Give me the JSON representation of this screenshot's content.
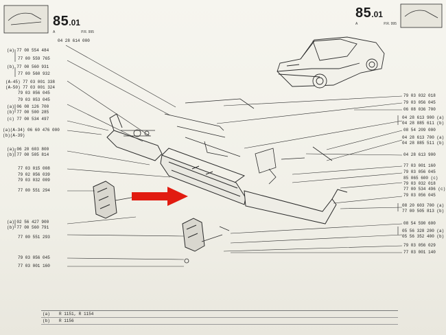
{
  "header": {
    "page_number_left": {
      "big": "85",
      "small": ".01",
      "sub_left": "A",
      "sub_right": "P.R. 995"
    },
    "page_number_right": {
      "big": "85",
      "small": ".01",
      "sub_left": "A",
      "sub_right": "P.R. 995"
    }
  },
  "left_labels": [
    {
      "text": "04 28 614 000",
      "tag": ""
    },
    {
      "text": "(a) 77 00 554 484",
      "tag": ""
    },
    {
      "text": "77 00 559 765",
      "tag": ""
    },
    {
      "text": "(b) 77 00 560 931",
      "tag": ""
    },
    {
      "text": "77 00 560 932",
      "tag": ""
    },
    {
      "text": "(A-45) 77 03 001 338",
      "tag": ""
    },
    {
      "text": "(A-50) 77 03 001 324",
      "tag": ""
    },
    {
      "text": "79 03 056 045",
      "tag": ""
    },
    {
      "text": "79 03 053 045",
      "tag": ""
    },
    {
      "text": "(a) 06 08 126 700",
      "tag": ""
    },
    {
      "text": "(b) 77 00 500 285",
      "tag": ""
    },
    {
      "text": "(c) 77 00 534 497",
      "tag": ""
    },
    {
      "text": "(a)(A-34) 06 60 476 000",
      "tag": ""
    },
    {
      "text": "(b)(A-39)",
      "tag": ""
    },
    {
      "text": "(a) 06 20 603 800",
      "tag": ""
    },
    {
      "text": "(b) 77 00 505 814",
      "tag": ""
    },
    {
      "text": "77 03 015 008",
      "tag": ""
    },
    {
      "text": "79 02 056 039",
      "tag": ""
    },
    {
      "text": "79 03 032 009",
      "tag": ""
    },
    {
      "text": "77 00 551 294",
      "tag": ""
    },
    {
      "text": "(a) 02 56 427 900",
      "tag": ""
    },
    {
      "text": "(b) 77 00 560 791",
      "tag": ""
    },
    {
      "text": "77 00 551 293",
      "tag": ""
    },
    {
      "text": "79 03 056 045",
      "tag": ""
    },
    {
      "text": "77 03 001 160",
      "tag": ""
    }
  ],
  "right_labels": [
    {
      "text": "79 03 032 018"
    },
    {
      "text": "79 03 056 045"
    },
    {
      "text": "06 08 036 700"
    },
    {
      "text": "04 28 613 900 (a)"
    },
    {
      "text": "04 28 885 611 (b)"
    },
    {
      "text": "08 54 209 000"
    },
    {
      "text": "04 28 613 700 (a)"
    },
    {
      "text": "04 28 885 511 (b)"
    },
    {
      "text": "04 28 613 900"
    },
    {
      "text": "77 03 001 160"
    },
    {
      "text": "79 03 056 045"
    },
    {
      "text": "85 065 600 (c)"
    },
    {
      "text": "79 03 032 018"
    },
    {
      "text": "77 00 534 496 (c)"
    },
    {
      "text": "79 03 056 045"
    },
    {
      "text": "08 20 603 700 (a)"
    },
    {
      "text": "77 00 505 813 (b)"
    },
    {
      "text": "08 54 590 600"
    },
    {
      "text": "05 56 328 200 (a)"
    },
    {
      "text": "05 56 352 400 (b)"
    },
    {
      "text": "79 03 056 029"
    },
    {
      "text": "77 03 001 140"
    }
  ],
  "legend": [
    {
      "key": "(a)",
      "text": "R 1151, R 1154"
    },
    {
      "key": "(b)",
      "text": "R 1156"
    }
  ],
  "colors": {
    "arrow": "#e11b10",
    "ink": "#222222",
    "paper": "#f4f2ea"
  }
}
